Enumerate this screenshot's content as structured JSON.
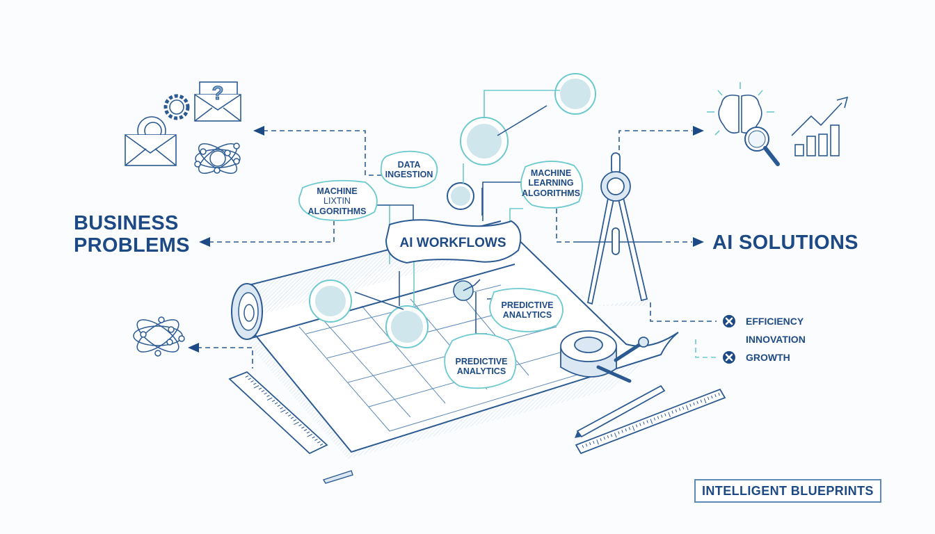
{
  "title": "Intelligent Blueprints",
  "labels": {
    "business_problems": [
      "BUSINESS",
      "PROBLEMS"
    ],
    "ai_solutions": "AI SOLUTIONS",
    "ai_workflows": "AI WORKFLOWS",
    "data_ingestion": [
      "DATA",
      "INGESTION"
    ],
    "machine_left": [
      "MACHINE",
      "LIXTIN",
      "ALGORITHMS"
    ],
    "machine_learning_right": [
      "MACHINE",
      "LEARNING",
      "ALGORITHMS"
    ],
    "predictive_upper": [
      "PREDICTIVE",
      "ANALYTICS"
    ],
    "predictive_lower": [
      "PREDICTIVE",
      "ANALYTICS"
    ]
  },
  "outcomes": [
    {
      "label": "EFFICIENCY",
      "marker": "x-badge-icon"
    },
    {
      "label": "INNOVATION",
      "marker": null
    },
    {
      "label": "GROWTH",
      "marker": "x-badge-icon"
    }
  ],
  "badge": "INTELLIGENT BLUEPRINTS",
  "icons": {
    "problems_cluster": [
      "envelope-gear-icon",
      "gear-icon",
      "envelope-question-icon",
      "network-atom-icon"
    ],
    "lower_left": "network-atom-icon",
    "solutions_cluster": [
      "brain-magnifier-icon",
      "growth-chart-icon"
    ],
    "tools": [
      "blueprint-roll",
      "drafting-compass-icon",
      "tape-measure-icon",
      "pencil-icon",
      "ruler-icon",
      "ruler-icon"
    ]
  },
  "colors": {
    "navy": "#1d4a85",
    "line": "#2b5a92",
    "teal": "#6cc9cf",
    "fill": "#cfe6ec",
    "background": "#fbfcfd"
  }
}
